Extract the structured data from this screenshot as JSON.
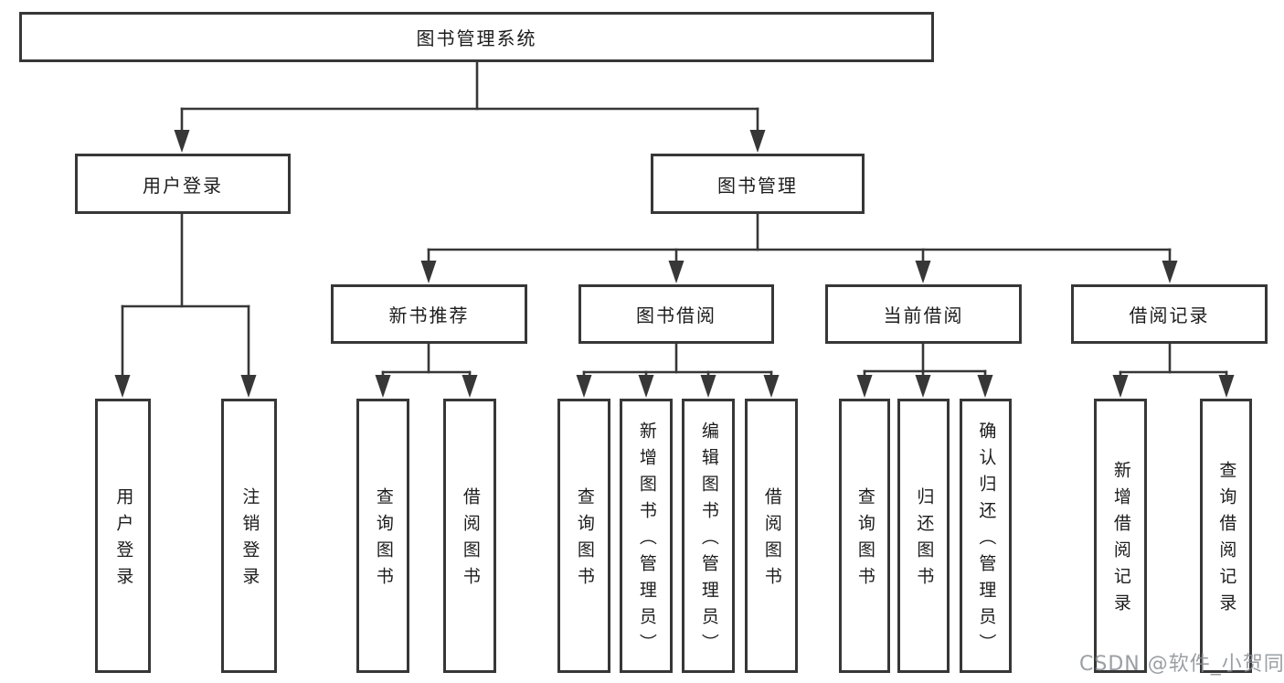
{
  "page": {
    "background": "#ffffff",
    "line_color": "#373737",
    "text_color": "#1c1c1c",
    "watermark_color": "#8a8e94"
  },
  "diagram": {
    "type": "tree",
    "root": "图书管理系统",
    "children": [
      {
        "label": "用户登录",
        "children": [
          "用户登录",
          "注销登录"
        ]
      },
      {
        "label": "图书管理",
        "children": [
          {
            "label": "新书推荐",
            "children": [
              "查询图书",
              "借阅图书"
            ]
          },
          {
            "label": "图书借阅",
            "children": [
              "查询图书",
              "新增图书（管理员）",
              "编辑图书（管理员）",
              "借阅图书"
            ]
          },
          {
            "label": "当前借阅",
            "children": [
              "查询图书",
              "归还图书",
              "确认归还（管理员）"
            ]
          },
          {
            "label": "借阅记录",
            "children": [
              "新增借阅记录",
              "查询借阅记录"
            ]
          }
        ]
      }
    ]
  },
  "watermark": {
    "text": "CSDN @软件_小贺同学"
  }
}
